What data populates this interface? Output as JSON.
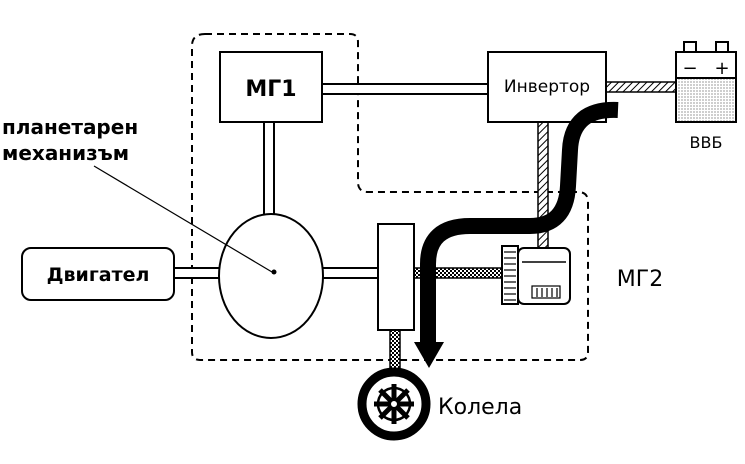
{
  "labels": {
    "mg1": "МГ1",
    "mg2": "МГ2",
    "inverter": "Инвертор",
    "battery": "ВВБ",
    "engine": "Двигател",
    "planetary_line1": "планетарен",
    "planetary_line2": "механизъм",
    "wheels": "Колела",
    "battery_minus": "−",
    "battery_plus": "+"
  },
  "colors": {
    "stroke": "#000000",
    "background": "#ffffff",
    "battery_fill": "#e6e6e6"
  },
  "icons": {
    "wheel": "wheel-icon",
    "gear": "gear-icon",
    "battery": "battery-icon",
    "arrow": "power-flow-arrow"
  }
}
